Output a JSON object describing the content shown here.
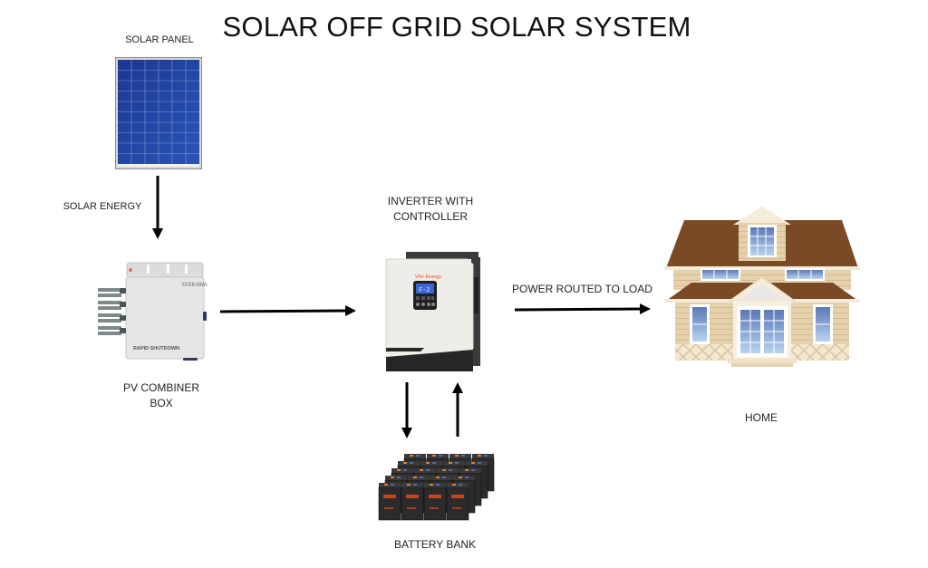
{
  "title": "SOLAR OFF GRID SOLAR SYSTEM",
  "components": {
    "solar_panel": {
      "label": "SOLAR PANEL"
    },
    "combiner_box": {
      "label_line1": "PV COMBINER",
      "label_line2": "BOX",
      "brand_text": "YASKAWA",
      "panel_text": "RAPID SHUTDOWN"
    },
    "inverter": {
      "label_line1": "INVERTER WITH",
      "label_line2": "CONTROLLER",
      "brand_text": "Vfor Energy"
    },
    "battery_bank": {
      "label": "BATTERY BANK",
      "rows": 5,
      "columns": 4
    },
    "home": {
      "label": "HOME"
    }
  },
  "flows": {
    "panel_to_combiner": {
      "label": "SOLAR ENERGY",
      "direction": "down"
    },
    "combiner_to_inverter": {
      "label": "",
      "direction": "right"
    },
    "inverter_to_battery": {
      "label": "",
      "direction": "down"
    },
    "battery_to_inverter": {
      "label": "",
      "direction": "up"
    },
    "inverter_to_home": {
      "label": "POWER ROUTED TO LOAD",
      "direction": "right"
    }
  },
  "colors": {
    "panel_blue": "#1f3f9a",
    "roof_brown": "#7a4a26",
    "siding": "#e4cfaa",
    "battery_dark": "#2b2b2b",
    "battery_terminal_orange": "#e0802c",
    "inverter_body": "#efedea",
    "inverter_screen": "#3b66d8"
  }
}
